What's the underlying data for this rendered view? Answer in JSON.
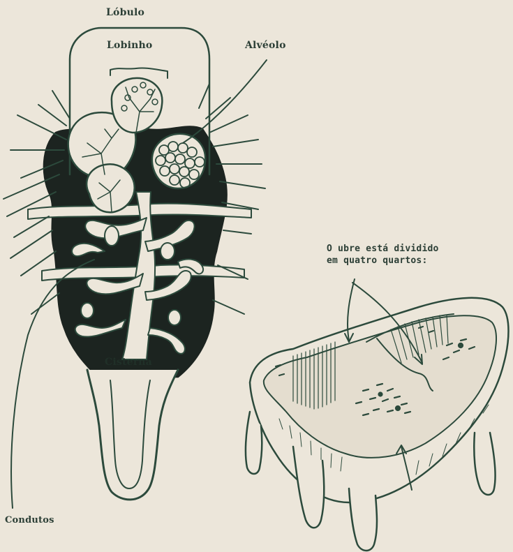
{
  "labels": {
    "lobulo": "Lóbulo",
    "lobinho": "Lobinho",
    "alveolo": "Alvéolo",
    "cisterna": "Cisterna",
    "condutos": "Condutos",
    "ubre_line1": "O ubre está dividido",
    "ubre_line2": "em quatro quartos:"
  },
  "colors": {
    "background": "#ece6da",
    "ink": "#2c4a3c",
    "dark_fill": "#1c2420"
  }
}
